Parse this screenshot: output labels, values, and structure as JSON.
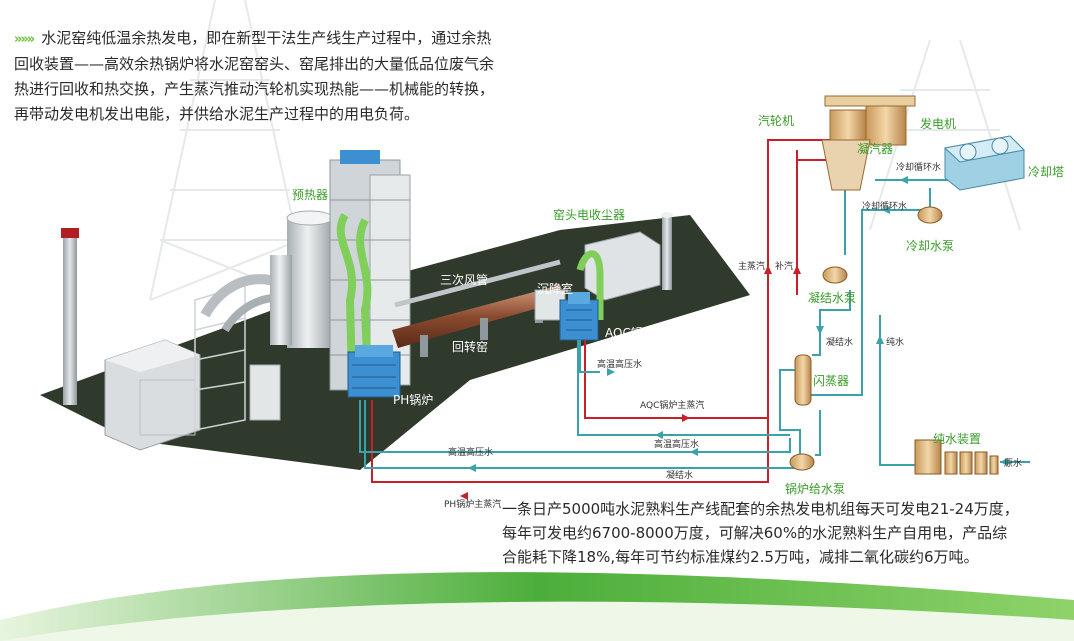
{
  "intro": {
    "chevrons": "»»»",
    "text": "水泥窑纯低温余热发电，即在新型干法生产线生产过程中，通过余热回收装置——高效余热锅炉将水泥窑窑头、窑尾排出的大量低品位废气余热进行回收和热交换，产生蒸汽推动汽轮机实现热能——机械能的转换，再带动发电机发出电能，并供给水泥生产过程中的用电负荷。"
  },
  "summary": {
    "text": "一条日产5000吨水泥熟料生产线配套的余热发电机组每天可发电21-24万度，每年可发电约6700-8000万度，可解决60%的水泥熟料生产自用电，产品综合能耗下降18%,每年可节约标准煤约2.5万吨，减排二氧化碳约6万吨。"
  },
  "labels": {
    "preheater": "预热器",
    "tertiary_air_duct": "三次风管",
    "settling_chamber": "沉降室",
    "kiln_head_esp": "窑头电收尘器",
    "rotary_kiln": "回转窑",
    "aqc_boiler": "AQC锅炉",
    "ph_boiler": "PH锅炉",
    "steam_turbine": "汽轮机",
    "generator": "发电机",
    "condenser": "凝汽器",
    "cooling_tower": "冷却塔",
    "cooling_water_pump": "冷却水泵",
    "condensate_pump": "凝结水泵",
    "flash_tank": "闪蒸器",
    "pure_water_unit": "纯水装置",
    "boiler_feed_pump": "锅炉给水泵"
  },
  "flow_labels": {
    "circ_water_1": "冷却循环水",
    "circ_water_2": "冷却循环水",
    "main_steam": "主蒸汽",
    "make_up_steam": "补汽",
    "condensate_v": "凝结水",
    "pure_water_v": "纯水",
    "hthp_water_aqc": "高温高压水",
    "aqc_main_steam": "AQC锅炉主蒸汽",
    "hthp_water_mid": "高温高压水",
    "hthp_water_left": "高温高压水",
    "condensate_h": "凝结水",
    "ph_main_steam": "PH锅炉主蒸汽",
    "raw_water": "原水"
  },
  "colors": {
    "steam": "#c8202a",
    "water": "#3aa2a8",
    "label_green": "#3a9c2a",
    "ground": "#2f3a2c",
    "boiler": "#3c8fd0",
    "duct": "#7fcf5a",
    "swoosh": "#4cae3a"
  }
}
